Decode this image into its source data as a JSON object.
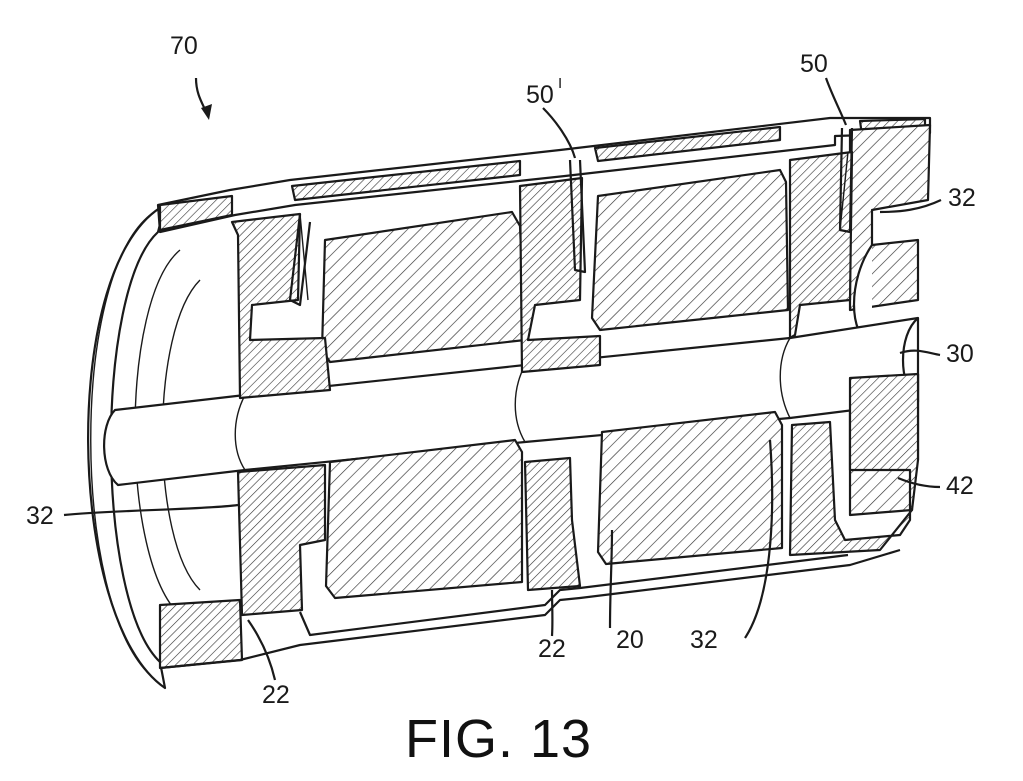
{
  "figure": {
    "caption": "FIG. 13",
    "labels": {
      "assembly": "70",
      "clip_end": "50",
      "clip_middle": "50",
      "clip_middle_prime": "I",
      "connector_top_right": "32",
      "bore": "30",
      "flange": "42",
      "connector_left": "32",
      "connector_bottom": "32",
      "insert_left": "22",
      "insert_middle": "22",
      "cell": "20"
    }
  }
}
